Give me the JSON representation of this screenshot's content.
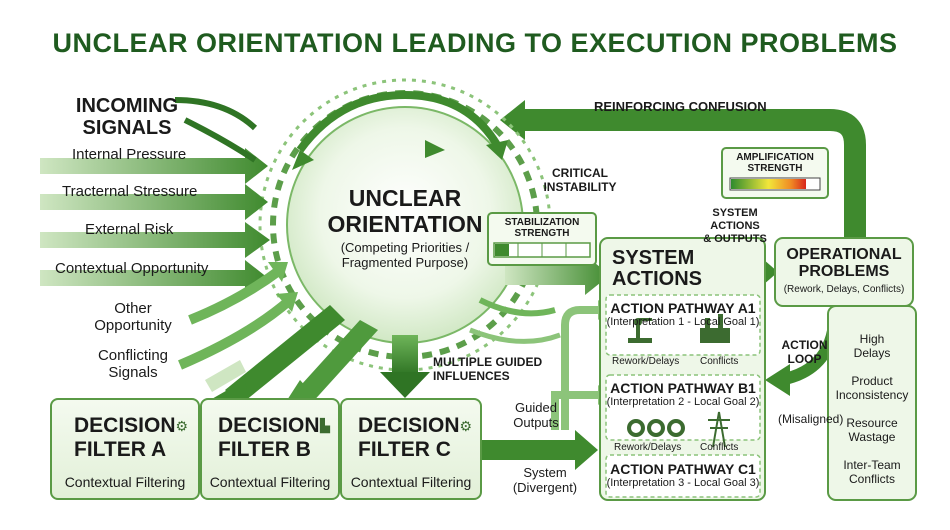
{
  "title": "UNCLEAR ORIENTATION LEADING TO EXECUTION PROBLEMS",
  "incoming": {
    "heading_line1": "INCOMING",
    "heading_line2": "SIGNALS",
    "signals": [
      "Internal Pressure",
      "Tracternal Stressure",
      "External Risk",
      "Contextual Opportunity"
    ],
    "other_line1": "Other",
    "other_line2": "Opportunity",
    "conflicting_line1": "Conflicting",
    "conflicting_line2": "Signals"
  },
  "core": {
    "title_line1": "UNCLEAR",
    "title_line2": "ORIENTATION",
    "sub_line1": "(Competing Priorities /",
    "sub_line2": "Fragmented Purpose)"
  },
  "stabilization": {
    "line1": "STABILIZATION",
    "line2": "STRENGTH",
    "level": 0.15
  },
  "critical_line1": "CRITICAL",
  "critical_line2": "INSTABILITY",
  "reinforcing": "REINFORCING CONFUSION",
  "amplification": {
    "line1": "AMPLIFICATION",
    "line2": "STRENGTH",
    "level": 0.85
  },
  "system_actions_label": {
    "line1": "SYSTEM",
    "line2": "ACTIONS",
    "line3": "& OUTPUTS"
  },
  "multiple_guided": {
    "line1": "MULTIPLE GUIDED",
    "line2": "INFLUENCES"
  },
  "guided_outputs": {
    "line1": "Guided",
    "line2": "Outputs"
  },
  "system_divergent": {
    "line1": "System",
    "line2": "(Divergent)"
  },
  "filters": [
    {
      "line1": "DECISION",
      "line2": "FILTER A",
      "sub": "Contextual Filtering"
    },
    {
      "line1": "DECISION",
      "line2": "FILTER B",
      "sub": "Contextual Filtering"
    },
    {
      "line1": "DECISION",
      "line2": "FILTER C",
      "sub": "Contextual Filtering"
    }
  ],
  "system_actions": {
    "title_line1": "SYSTEM",
    "title_line2": "ACTIONS",
    "pathways": [
      {
        "title": "ACTION PATHWAY A1",
        "sub": "(Interpretation 1 - Local Goal 1)"
      },
      {
        "title": "ACTION PATHWAY B1",
        "sub": "(Interpretation 2 - Local Goal 2)"
      },
      {
        "title": "ACTION PATHWAY C1",
        "sub": "(Interpretation 3 - Local Goal 3)"
      }
    ],
    "icons_row1": [
      "Rework/Delays",
      "Conflicts"
    ],
    "icons_row2": [
      "Rework/Delays",
      "Conflicts"
    ]
  },
  "operational": {
    "title_line1": "OPERATIONAL",
    "title_line2": "PROBLEMS",
    "sub": "(Rework, Delays, Conflicts)",
    "items": [
      {
        "line1": "High",
        "line2": "Delays"
      },
      {
        "line1": "Product",
        "line2": "Inconsistency"
      },
      {
        "line1": "Resource",
        "line2": "Wastage"
      },
      {
        "line1": "Inter-Team",
        "line2": "Conflicts"
      }
    ]
  },
  "action_loop": {
    "line1": "ACTION",
    "line2": "LOOP",
    "misaligned": "(Misaligned)"
  }
}
